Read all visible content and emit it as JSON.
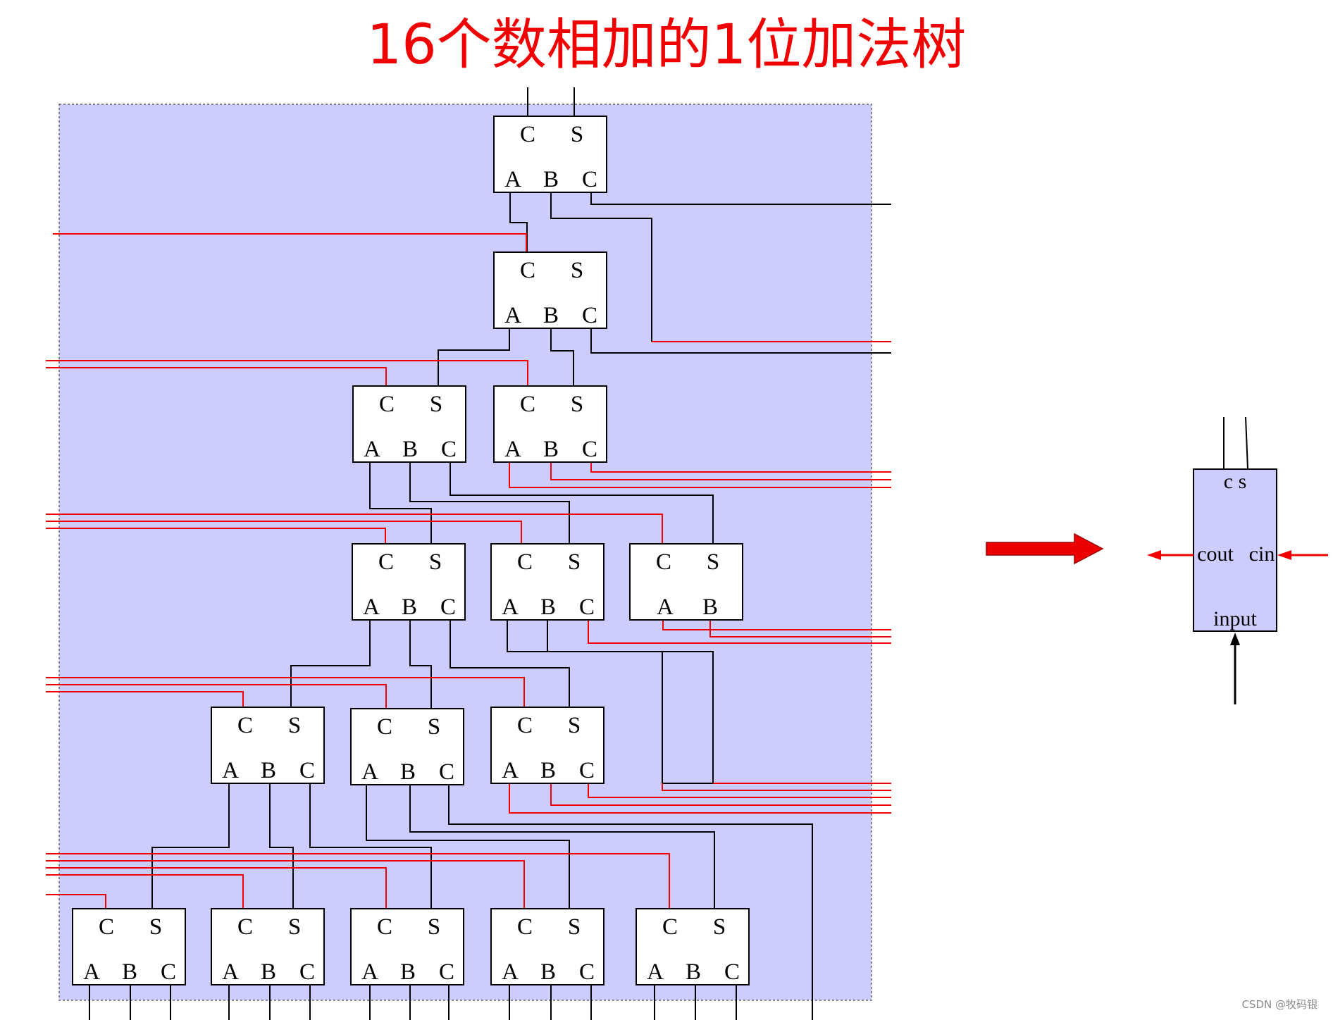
{
  "title": "16个数相加的1位加法树",
  "watermark": "CSDN @牧码银",
  "colors": {
    "panel": "#ccccff",
    "wire": "#000000",
    "red": "#f00000",
    "box": "#ffffff"
  },
  "adder_labels": {
    "c": "C",
    "s": "S",
    "a": "A",
    "b": "B",
    "cin": "C"
  },
  "half_adder_labels": {
    "c": "C",
    "s": "S",
    "a": "A",
    "b": "B"
  },
  "cell": {
    "outputs": "c s",
    "cout": "cout",
    "cin": "cin",
    "input": "input"
  },
  "arrow": {
    "direction": "right",
    "icon": "block-arrow-right"
  },
  "tree": {
    "levels": [
      1,
      1,
      2,
      3,
      3,
      5
    ],
    "half_adders": 1
  }
}
